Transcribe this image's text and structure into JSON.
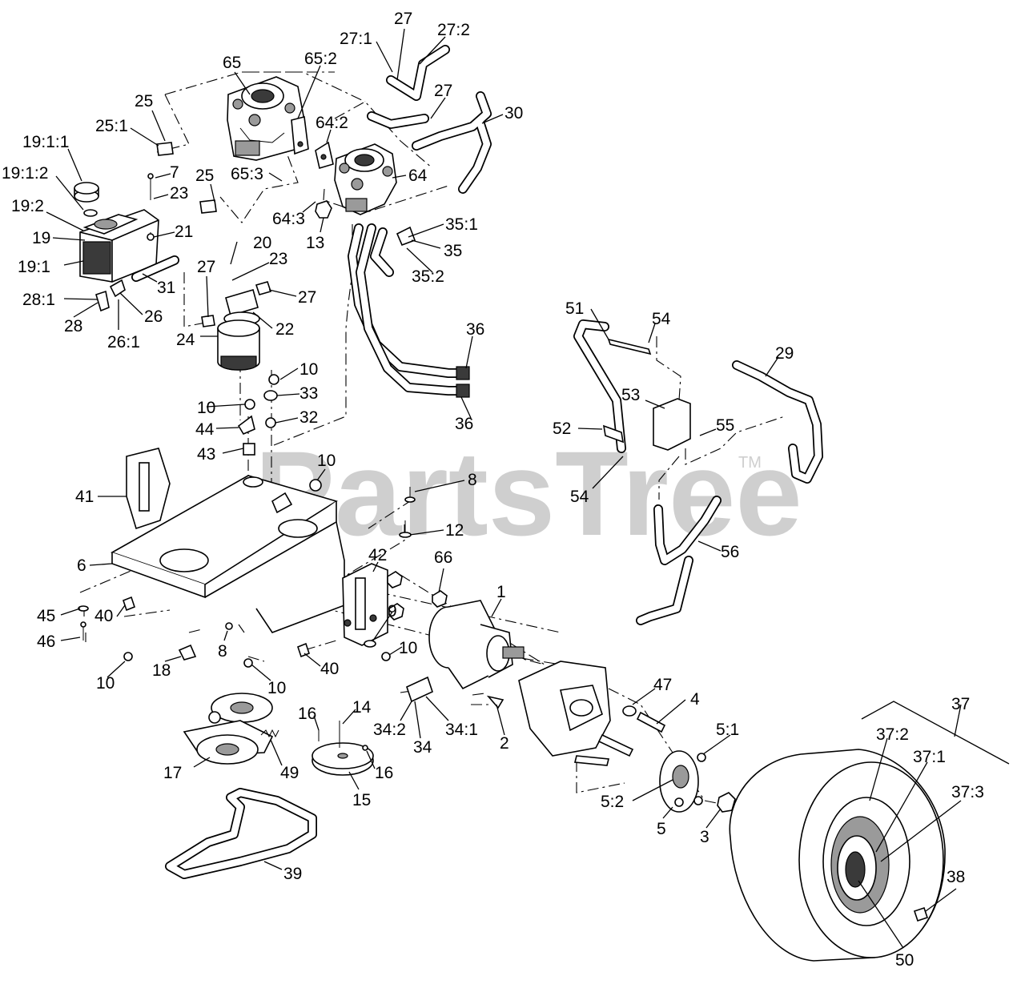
{
  "watermark": {
    "text": "PartsTree",
    "trademark": "TM"
  },
  "callouts": [
    {
      "id": "c-27-top",
      "text": "27"
    },
    {
      "id": "c-27-1",
      "text": "27:1"
    },
    {
      "id": "c-27-2",
      "text": "27:2"
    },
    {
      "id": "c-65",
      "text": "65"
    },
    {
      "id": "c-65-2",
      "text": "65:2"
    },
    {
      "id": "c-27-mid",
      "text": "27"
    },
    {
      "id": "c-30",
      "text": "30"
    },
    {
      "id": "c-25-top",
      "text": "25"
    },
    {
      "id": "c-25-1",
      "text": "25:1"
    },
    {
      "id": "c-64-2",
      "text": "64:2"
    },
    {
      "id": "c-19-1-1",
      "text": "19:1:1"
    },
    {
      "id": "c-19-1-2",
      "text": "19:1:2"
    },
    {
      "id": "c-65-3",
      "text": "65:3"
    },
    {
      "id": "c-7",
      "text": "7"
    },
    {
      "id": "c-25-mid",
      "text": "25"
    },
    {
      "id": "c-64",
      "text": "64"
    },
    {
      "id": "c-23-top",
      "text": "23"
    },
    {
      "id": "c-19-2",
      "text": "19:2"
    },
    {
      "id": "c-64-3",
      "text": "64:3"
    },
    {
      "id": "c-35-1",
      "text": "35:1"
    },
    {
      "id": "c-21",
      "text": "21"
    },
    {
      "id": "c-19",
      "text": "19"
    },
    {
      "id": "c-13",
      "text": "13"
    },
    {
      "id": "c-20",
      "text": "20"
    },
    {
      "id": "c-35",
      "text": "35"
    },
    {
      "id": "c-23-mid",
      "text": "23"
    },
    {
      "id": "c-19-1",
      "text": "19:1"
    },
    {
      "id": "c-27-left",
      "text": "27"
    },
    {
      "id": "c-35-2",
      "text": "35:2"
    },
    {
      "id": "c-31",
      "text": "31"
    },
    {
      "id": "c-27-right",
      "text": "27"
    },
    {
      "id": "c-28-1",
      "text": "28:1"
    },
    {
      "id": "c-26",
      "text": "26"
    },
    {
      "id": "c-28",
      "text": "28"
    },
    {
      "id": "c-22",
      "text": "22"
    },
    {
      "id": "c-26-1",
      "text": "26:1"
    },
    {
      "id": "c-51",
      "text": "51"
    },
    {
      "id": "c-54-top",
      "text": "54"
    },
    {
      "id": "c-36-top",
      "text": "36"
    },
    {
      "id": "c-24",
      "text": "24"
    },
    {
      "id": "c-29",
      "text": "29"
    },
    {
      "id": "c-10-a",
      "text": "10"
    },
    {
      "id": "c-10-b",
      "text": "10"
    },
    {
      "id": "c-33",
      "text": "33"
    },
    {
      "id": "c-53",
      "text": "53"
    },
    {
      "id": "c-32",
      "text": "32"
    },
    {
      "id": "c-44",
      "text": "44"
    },
    {
      "id": "c-36-bot",
      "text": "36"
    },
    {
      "id": "c-52",
      "text": "52"
    },
    {
      "id": "c-55",
      "text": "55"
    },
    {
      "id": "c-43",
      "text": "43"
    },
    {
      "id": "c-10-c",
      "text": "10"
    },
    {
      "id": "c-8-top",
      "text": "8"
    },
    {
      "id": "c-41",
      "text": "41"
    },
    {
      "id": "c-54-bot",
      "text": "54"
    },
    {
      "id": "c-12",
      "text": "12"
    },
    {
      "id": "c-56",
      "text": "56"
    },
    {
      "id": "c-42",
      "text": "42"
    },
    {
      "id": "c-66",
      "text": "66"
    },
    {
      "id": "c-6",
      "text": "6"
    },
    {
      "id": "c-1",
      "text": "1"
    },
    {
      "id": "c-45",
      "text": "45"
    },
    {
      "id": "c-40-left",
      "text": "40"
    },
    {
      "id": "c-9",
      "text": "9"
    },
    {
      "id": "c-10-d",
      "text": "10"
    },
    {
      "id": "c-46",
      "text": "46"
    },
    {
      "id": "c-8-bot",
      "text": "8"
    },
    {
      "id": "c-40-mid",
      "text": "40"
    },
    {
      "id": "c-10-e",
      "text": "10"
    },
    {
      "id": "c-18",
      "text": "18"
    },
    {
      "id": "c-10-f",
      "text": "10"
    },
    {
      "id": "c-47",
      "text": "47"
    },
    {
      "id": "c-4",
      "text": "4"
    },
    {
      "id": "c-37",
      "text": "37"
    },
    {
      "id": "c-14",
      "text": "14"
    },
    {
      "id": "c-16-top",
      "text": "16"
    },
    {
      "id": "c-34-2",
      "text": "34:2"
    },
    {
      "id": "c-34-1",
      "text": "34:1"
    },
    {
      "id": "c-5-1",
      "text": "5:1"
    },
    {
      "id": "c-37-2",
      "text": "37:2"
    },
    {
      "id": "c-2",
      "text": "2"
    },
    {
      "id": "c-34",
      "text": "34"
    },
    {
      "id": "c-37-1",
      "text": "37:1"
    },
    {
      "id": "c-17",
      "text": "17"
    },
    {
      "id": "c-49",
      "text": "49"
    },
    {
      "id": "c-16-bot",
      "text": "16"
    },
    {
      "id": "c-37-3",
      "text": "37:3"
    },
    {
      "id": "c-5-2",
      "text": "5:2"
    },
    {
      "id": "c-15",
      "text": "15"
    },
    {
      "id": "c-5",
      "text": "5"
    },
    {
      "id": "c-3",
      "text": "3"
    },
    {
      "id": "c-39",
      "text": "39"
    },
    {
      "id": "c-38",
      "text": "38"
    },
    {
      "id": "c-50",
      "text": "50"
    }
  ]
}
